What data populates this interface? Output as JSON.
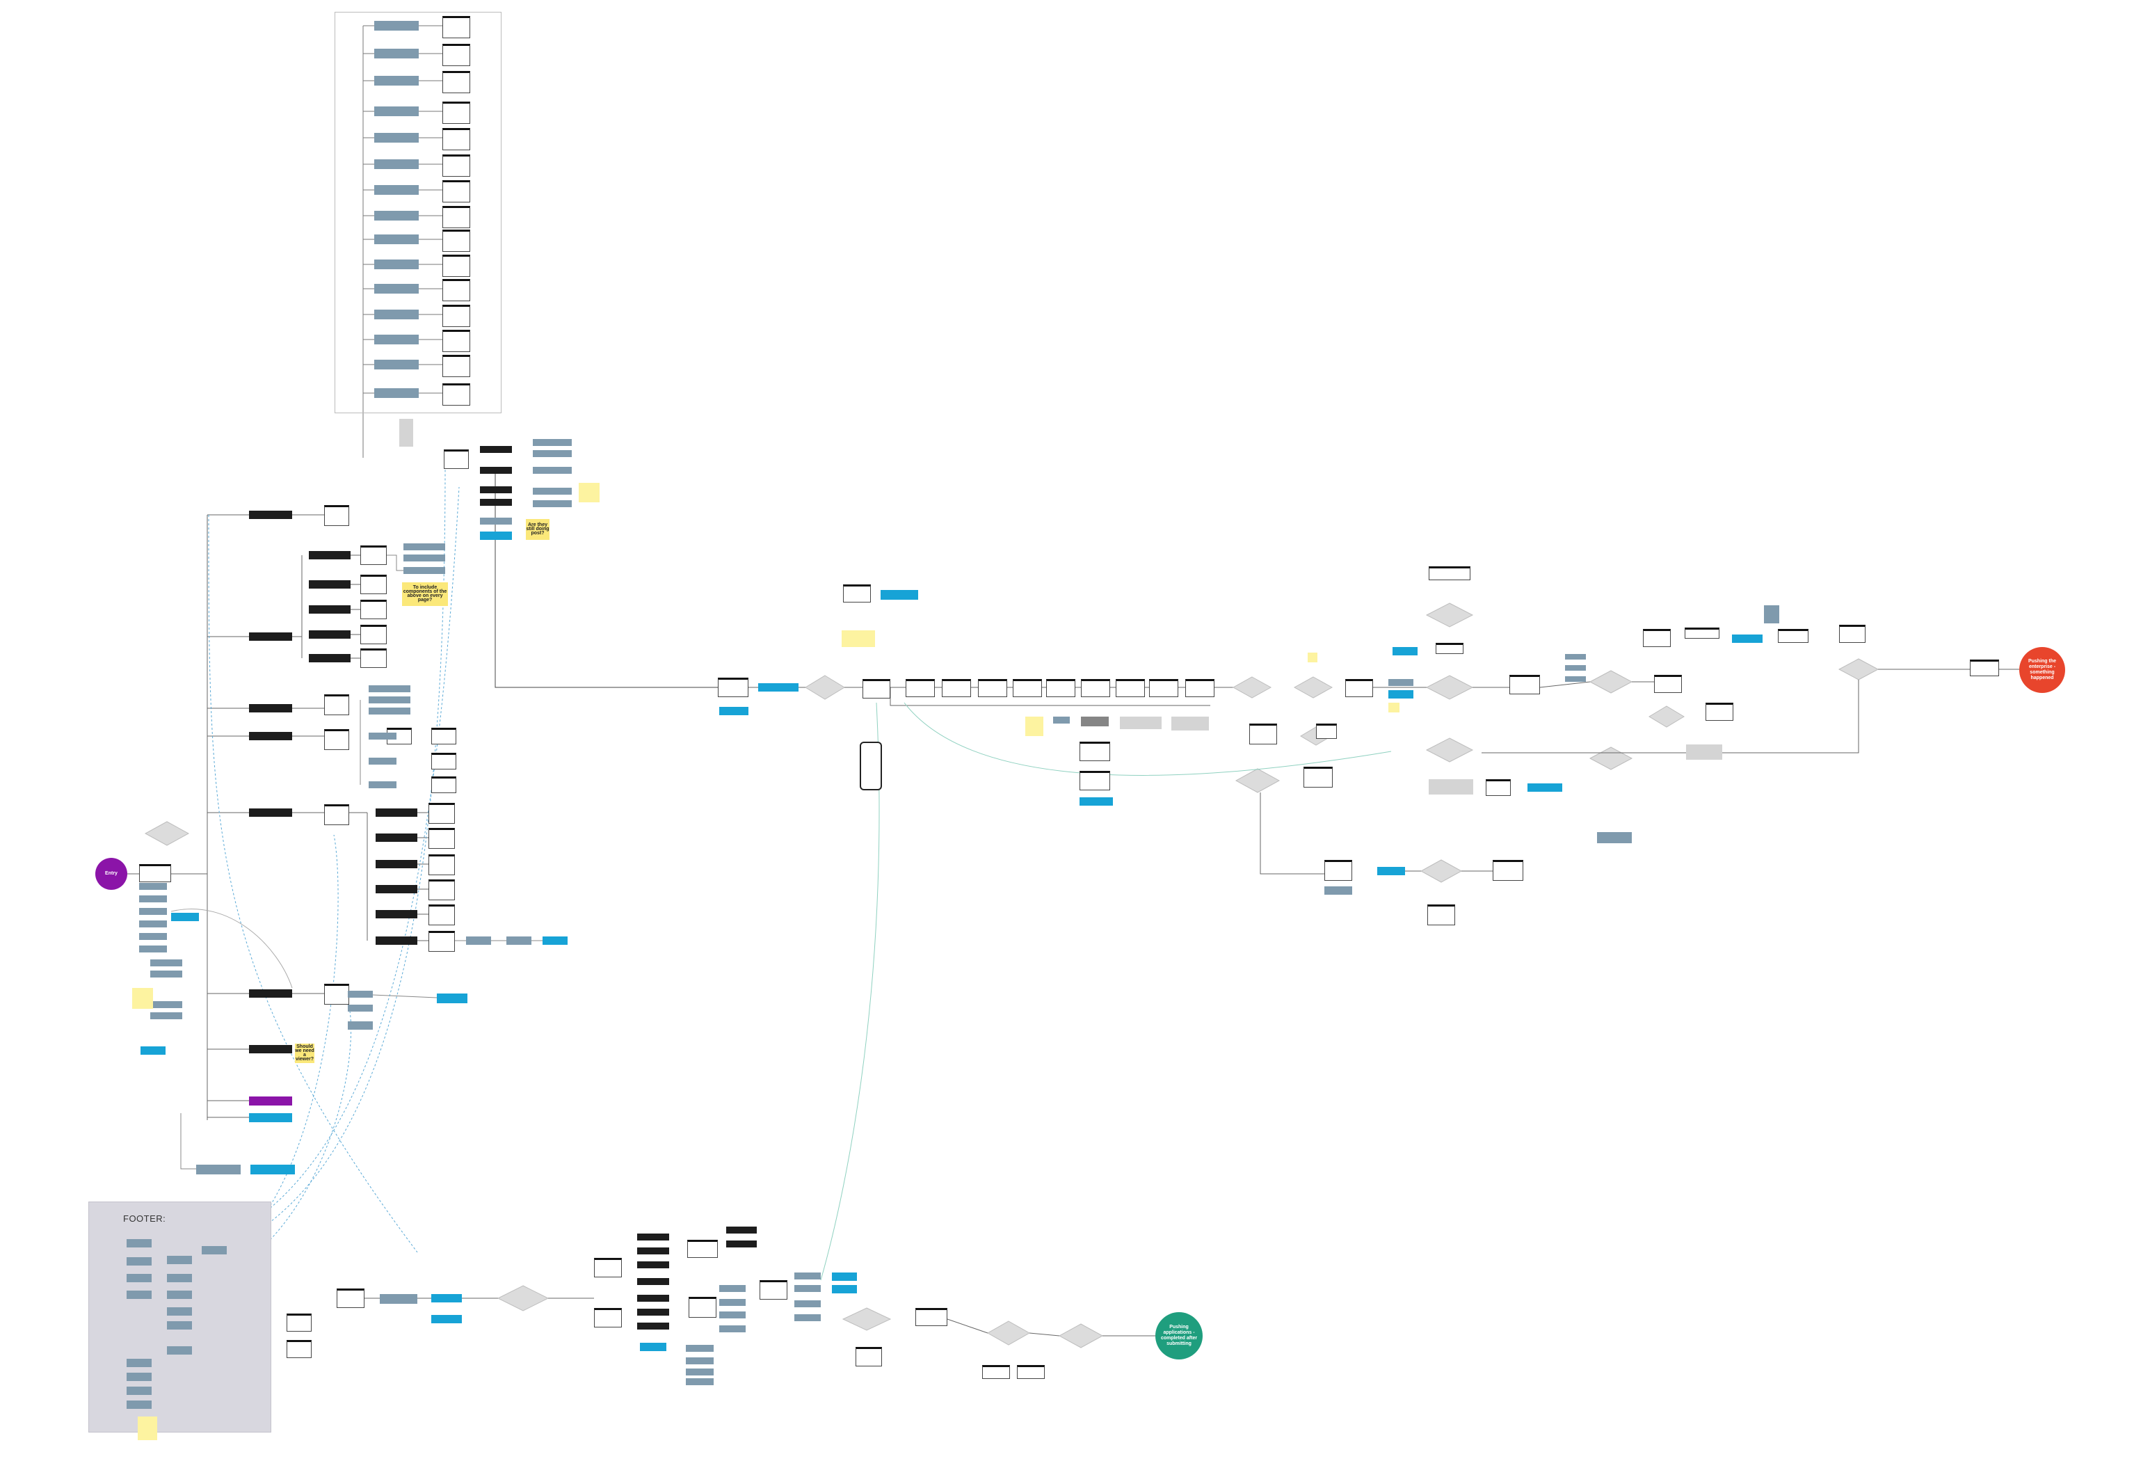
{
  "colors": {
    "slate": "#7f9aad",
    "black": "#1d1d1d",
    "blue": "#17a3d6",
    "purple": "#8b14a8",
    "orange": "#e8452c",
    "green": "#1f9e7e",
    "note": "#fdf3a0",
    "connector": "#666666",
    "dashed_connector": "#5aa9d6",
    "footer_bg": "#d8d7df"
  },
  "labels": {
    "footer": "FOOTER:",
    "note_include_components": "To include components of the above on every page?",
    "note_still_doing": "Are they still doing post?",
    "note_we_will_need": "Should we need a viewer?",
    "start_circle": "Entry",
    "orange_circle": "Pushing the enterprise - something happened",
    "green_circle": "Pushing applications - completed after submitting"
  },
  "icons": {
    "phone_frame": "mobile-device-icon"
  }
}
